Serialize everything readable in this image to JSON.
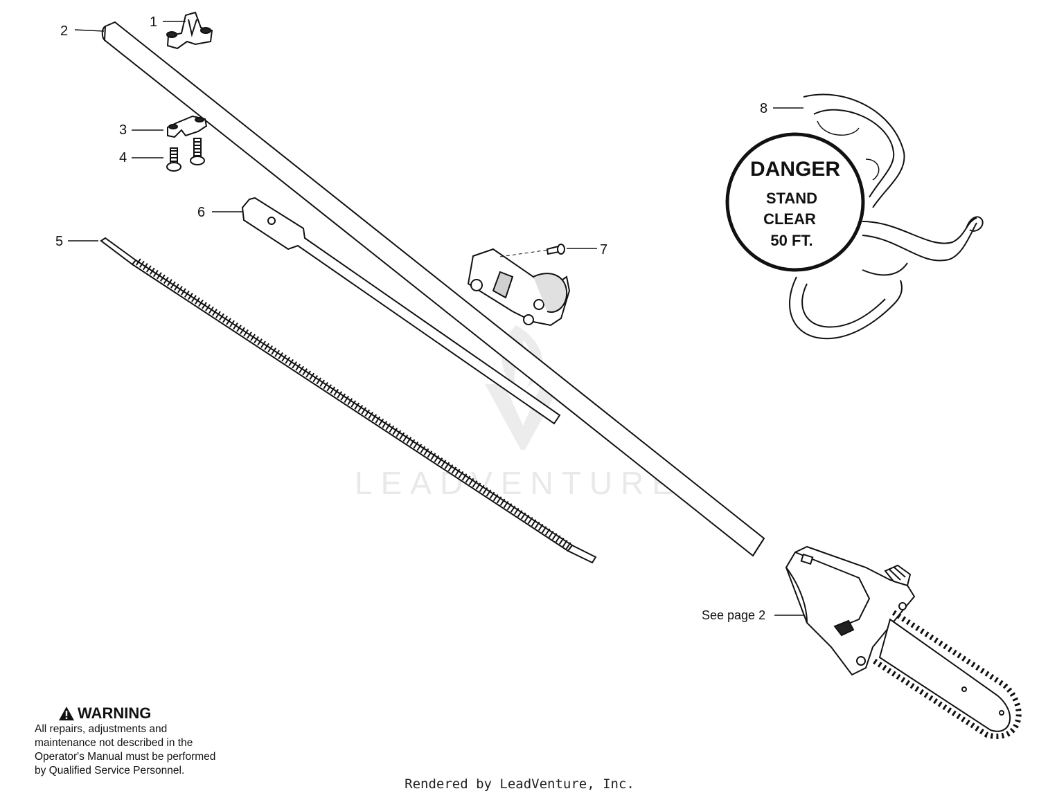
{
  "callouts": [
    {
      "label": "1"
    },
    {
      "label": "2"
    },
    {
      "label": "3"
    },
    {
      "label": "4"
    },
    {
      "label": "5"
    },
    {
      "label": "6"
    },
    {
      "label": "7"
    },
    {
      "label": "8"
    }
  ],
  "reference": {
    "label": "See page 2"
  },
  "danger_tag": {
    "title": "DANGER",
    "lines": [
      "STAND",
      "CLEAR",
      "50 FT."
    ]
  },
  "warning": {
    "title": "WARNING",
    "body": "All repairs, adjustments and maintenance not described in the Operator's Manual must be performed by Qualified Service Personnel."
  },
  "watermark": {
    "text": "LEADVENTURE"
  },
  "footer": {
    "text": "Rendered by LeadVenture, Inc."
  },
  "icons": {
    "warning": "warning-triangle-icon",
    "watermark": "leadventure-logo"
  }
}
